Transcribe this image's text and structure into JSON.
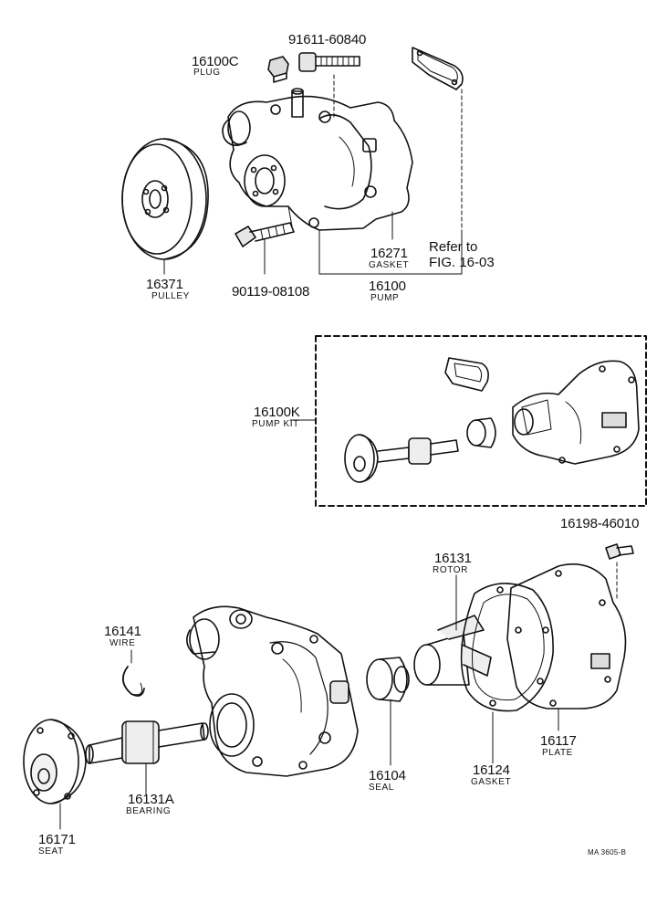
{
  "parts": {
    "plug": {
      "number": "16100C",
      "name": "PLUG"
    },
    "bolt_top": {
      "number": "91611-60840"
    },
    "pulley": {
      "number": "16371",
      "name": "PULLEY"
    },
    "bolt_pulley": {
      "number": "90119-08108"
    },
    "gasket_top": {
      "number": "16271",
      "name": "GASKET"
    },
    "pump": {
      "number": "16100",
      "name": "PUMP"
    },
    "pump_kit": {
      "number": "16100K",
      "name": "PUMP KIT"
    },
    "bolt_plate": {
      "number": "16198-46010"
    },
    "rotor": {
      "number": "16131",
      "name": "ROTOR"
    },
    "wire": {
      "number": "16141",
      "name": "WIRE"
    },
    "bearing": {
      "number": "16131A",
      "name": "BEARING"
    },
    "seal": {
      "number": "16104",
      "name": "SEAL"
    },
    "gasket_bottom": {
      "number": "16124",
      "name": "GASKET"
    },
    "plate": {
      "number": "16117",
      "name": "PLATE"
    },
    "seat": {
      "number": "16171",
      "name": "SEAT"
    }
  },
  "refer": {
    "line1": "Refer to",
    "line2": "FIG. 16-03"
  },
  "figure_code": "MA 3605-B"
}
